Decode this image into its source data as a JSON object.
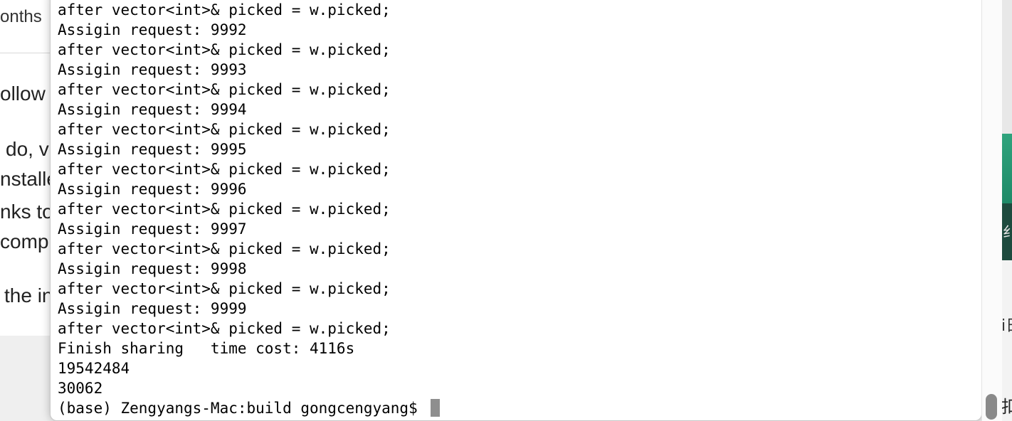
{
  "background_page": {
    "fragments": [
      "onths",
      "ollow",
      "do, v",
      "nstalle",
      "nks to",
      "comp",
      "the in"
    ]
  },
  "right_edge": {
    "glyphs": [
      "纟",
      "i日",
      "扣"
    ]
  },
  "terminal": {
    "lines": [
      "after vector<int>& picked = w.picked;",
      "Assigin request: 9992",
      "after vector<int>& picked = w.picked;",
      "Assigin request: 9993",
      "after vector<int>& picked = w.picked;",
      "Assigin request: 9994",
      "after vector<int>& picked = w.picked;",
      "Assigin request: 9995",
      "after vector<int>& picked = w.picked;",
      "Assigin request: 9996",
      "after vector<int>& picked = w.picked;",
      "Assigin request: 9997",
      "after vector<int>& picked = w.picked;",
      "Assigin request: 9998",
      "after vector<int>& picked = w.picked;",
      "Assigin request: 9999",
      "after vector<int>& picked = w.picked;",
      "Finish sharing   time cost: 4116s",
      "19542484",
      "30062"
    ],
    "prompt": "(base) Zengyangs-Mac:build gongcengyang$ "
  },
  "colors": {
    "terminal_bg": "#ffffff",
    "terminal_text": "#000000",
    "cursor": "#8e8e8e",
    "accent_teal": "#2fa37c"
  }
}
